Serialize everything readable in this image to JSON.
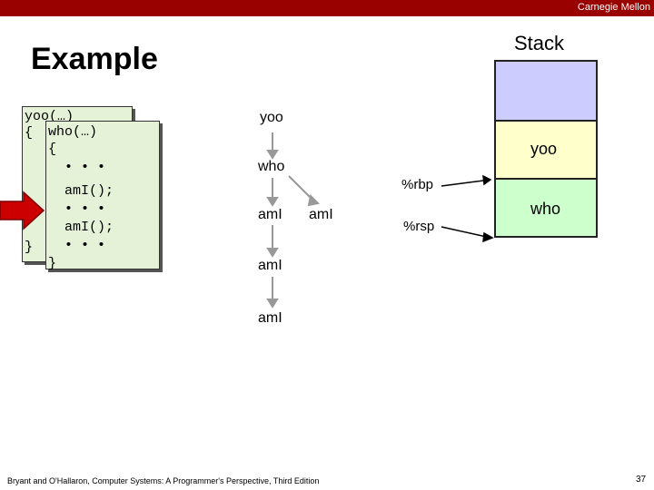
{
  "header": {
    "org": "Carnegie Mellon"
  },
  "title": "Example",
  "stack_title": "Stack",
  "code": {
    "yoo_lines": [
      "yoo(…)",
      "{",
      "",
      "",
      "",
      "",
      "",
      "",
      "}"
    ],
    "who_lines": [
      "who(…)",
      "{",
      "  • • •",
      "  amI();",
      "  • • •",
      "  amI();",
      "  • • •",
      "}"
    ]
  },
  "call_tree": {
    "root": "yoo",
    "level1": "who",
    "level2_left": "amI",
    "level2_right": "amI",
    "level3": "amI",
    "level4": "amI"
  },
  "registers": {
    "rbp": "%rbp",
    "rsp": "%rsp"
  },
  "stack_frames": {
    "yoo": "yoo",
    "who": "who"
  },
  "footer": {
    "citation": "Bryant and O'Hallaron, Computer Systems: A Programmer's Perspective, Third Edition",
    "page": "37"
  },
  "colors": {
    "topbar": "#990000",
    "card": "#e6f2d8",
    "frame_top": "#ccccff",
    "frame_yoo": "#ffffcc",
    "frame_who": "#ccffcc",
    "arrow": "#cc0000"
  }
}
